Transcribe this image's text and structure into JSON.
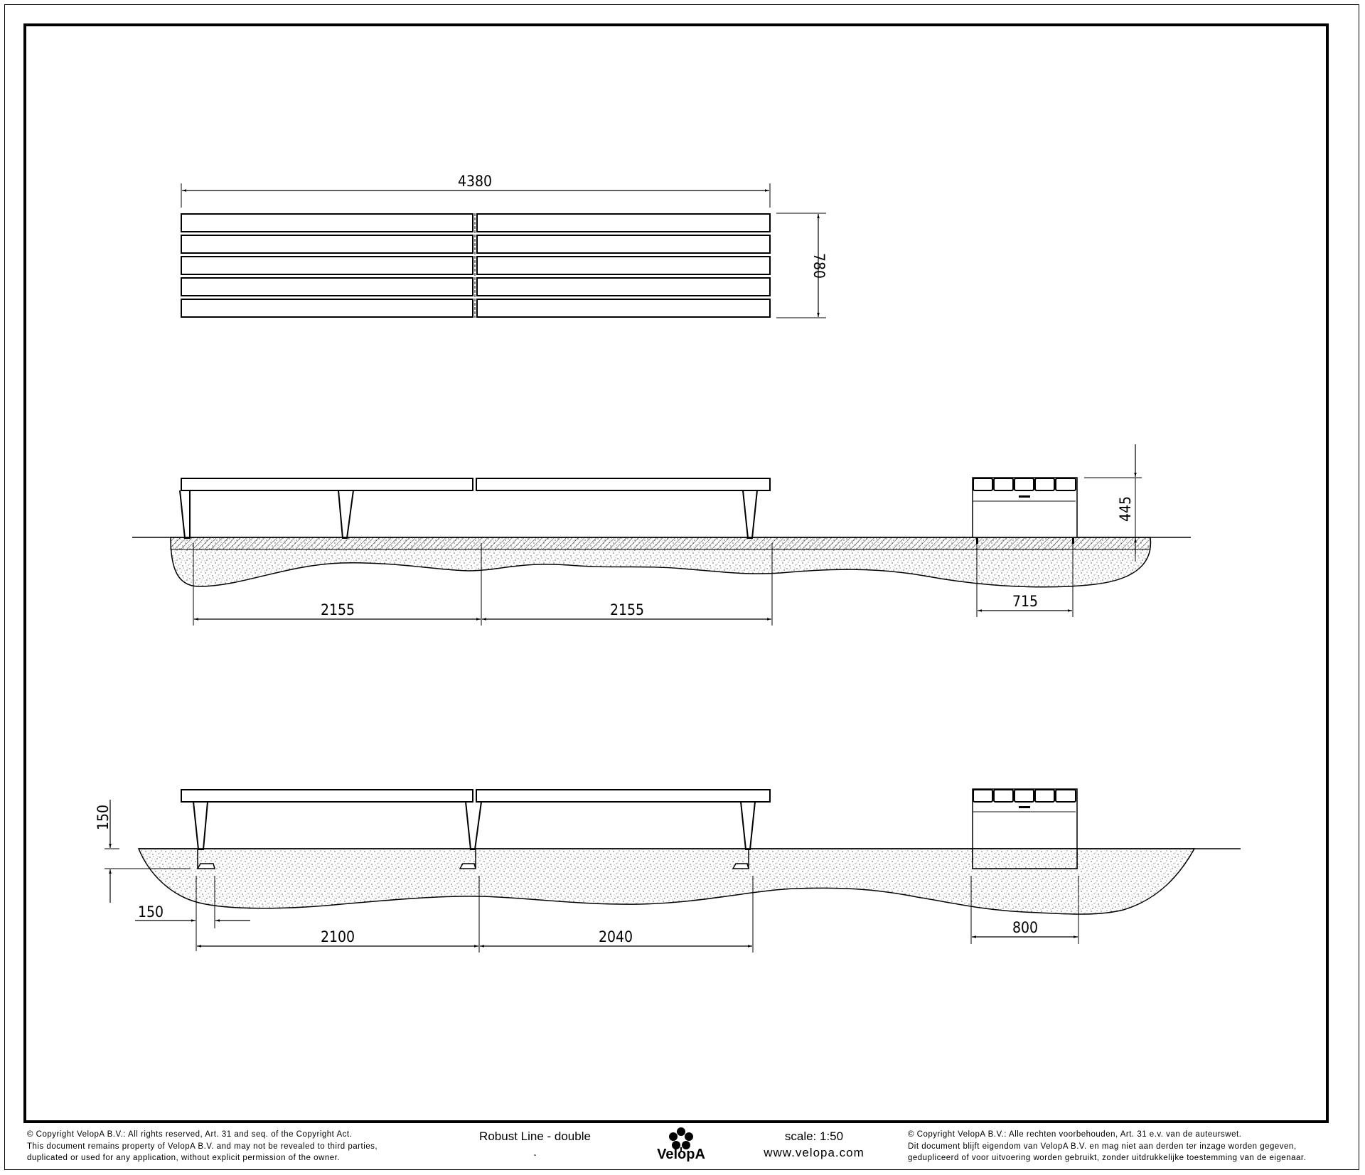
{
  "drawing": {
    "product_name": "Robust Line - double",
    "product_sub": ".",
    "scale_label": "scale: 1:50",
    "website": "www.velopa.com",
    "logo_text": "VelopA",
    "views": {
      "top_view": {
        "overall_length": "4380",
        "overall_depth": "780",
        "slat_count": 5,
        "segments": 2
      },
      "side_view_surface": {
        "span_left": "2155",
        "span_right": "2155",
        "end_width": "715",
        "seat_height": "445"
      },
      "side_view_embedded": {
        "span_left": "2100",
        "span_right": "2040",
        "end_width": "800",
        "anchor_depth": "150",
        "anchor_offset": "150"
      }
    }
  },
  "footer": {
    "copyright_en": [
      "©  Copyright VelopA B.V.: All rights reserved, Art. 31 and seq. of the Copyright Act.",
      "This document remains property of VelopA B.V. and may not be revealed to third parties,",
      "duplicated or used for any application, without explicit permission of the owner."
    ],
    "copyright_nl": [
      "©  Copyright VelopA B.V.: Alle rechten voorbehouden, Art. 31 e.v. van de auteurswet.",
      "Dit document blijft eigendom van VelopA B.V. en mag niet aan derden ter inzage worden gegeven,",
      "gedupliceerd of voor uitvoering worden gebruikt, zonder uitdrukkelijke toestemming van de eigenaar."
    ]
  }
}
